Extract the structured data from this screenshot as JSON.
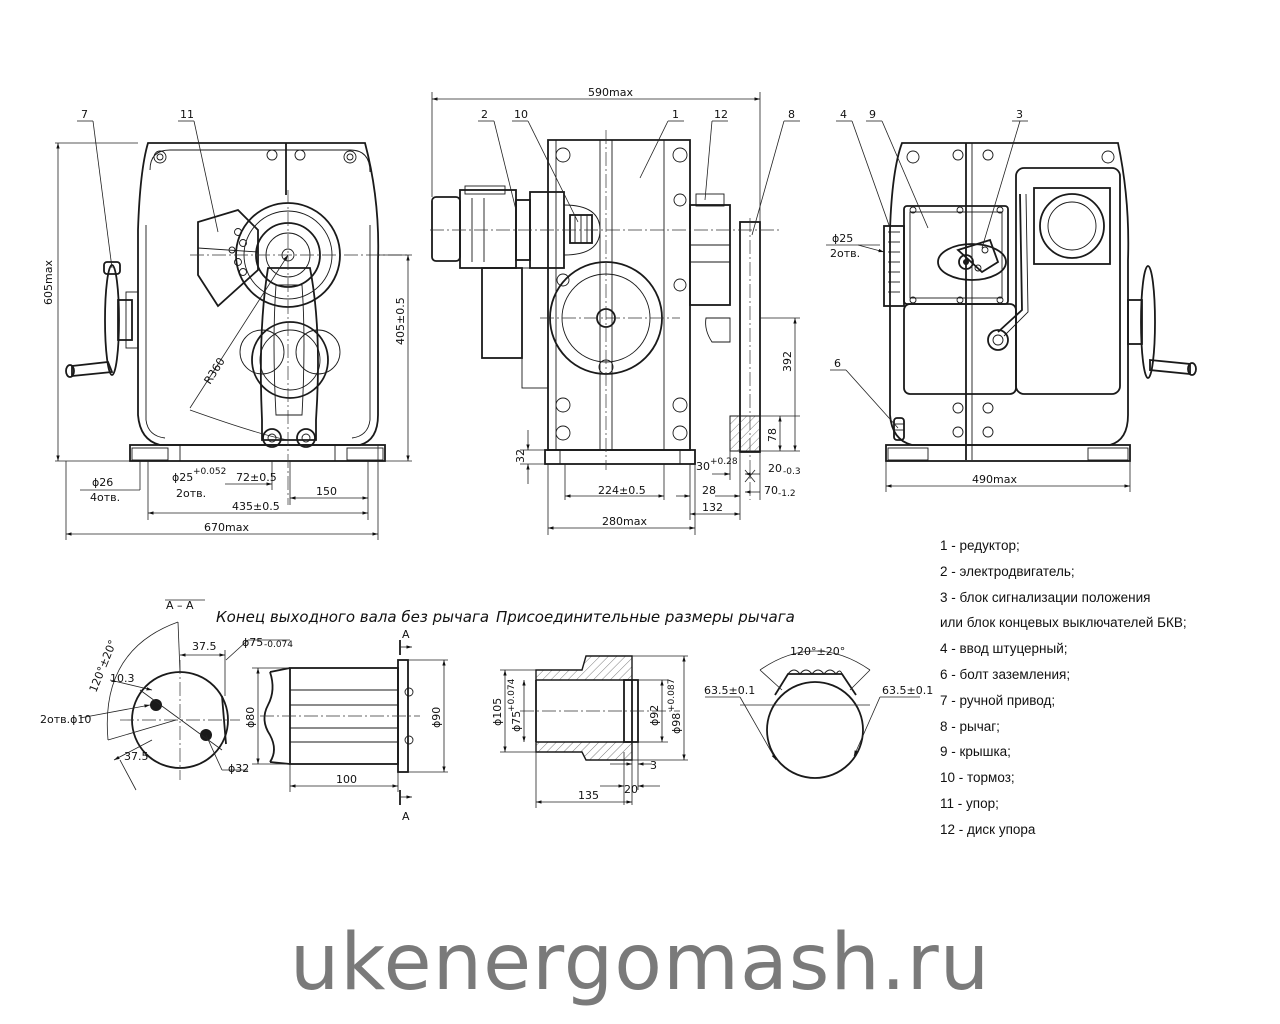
{
  "callouts": {
    "c1": "1",
    "c2": "2",
    "c3": "3",
    "c4": "4",
    "c6": "6",
    "c7": "7",
    "c8": "8",
    "c9": "9",
    "c10": "10",
    "c11": "11",
    "c12": "12"
  },
  "dimensions": {
    "front_height": "605max",
    "front_axis_height": "405±0.5",
    "front_r": "R360",
    "front_hole_d": "ϕ26",
    "front_hole_n": "4отв.",
    "front_pin_d": "ϕ25",
    "front_pin_tol": "+0.052",
    "front_pin_n": "2отв.",
    "front_72": "72±0.5",
    "front_150": "150",
    "front_435": "435±0.5",
    "front_width": "670max",
    "side_width": "590max",
    "side_392": "392",
    "side_78": "78",
    "side_32": "32",
    "side_30": "30",
    "side_30_tol": "+0.28",
    "side_20": "20",
    "side_20_tol": "-0.3",
    "side_224": "224±0.5",
    "side_28": "28",
    "side_70": "70",
    "side_70_tol": "-1.2",
    "side_132": "132",
    "side_280": "280max",
    "right_d25": "ϕ25",
    "right_2otv": "2отв.",
    "right_width": "490max",
    "shaft_section": "А – А",
    "shaft_a": "А",
    "shaft_angle": "120°±20°",
    "shaft_37_5_top": "37.5",
    "shaft_d75": "ϕ75",
    "shaft_d75_tol": "-0.074",
    "shaft_10_3": "10.3",
    "shaft_holes": "2отв.ϕ10",
    "shaft_37_5_bot": "37.5",
    "shaft_d32": "ϕ32",
    "shaft_d80": "ϕ80",
    "shaft_d90": "ϕ90",
    "shaft_100": "100",
    "lever_d105": "ϕ105",
    "lever_d75": "ϕ75",
    "lever_d75_tol": "+0.074",
    "lever_d92": "ϕ92",
    "lever_d98": "ϕ98",
    "lever_d98_tol": "+0.087",
    "lever_3": "3",
    "lever_20": "20",
    "lever_135": "135",
    "lever_angle": "120°±20°",
    "lever_63_left": "63.5±0.1",
    "lever_63_right": "63.5±0.1"
  },
  "titles": {
    "shaft_end": "Конец выходного вала без рычага",
    "lever_dims": "Присоединительные размеры рычага"
  },
  "legend": [
    "1 - редуктор;",
    "2 - электродвигатель;",
    "3 - блок сигнализации положения",
    "или блок концевых выключателей БКВ;",
    "4 - ввод штуцерный;",
    "6 - болт заземления;",
    "7 - ручной привод;",
    "8 - рычаг;",
    "9 - крышка;",
    "10 - тормоз;",
    "11 - упор;",
    "12 - диск упора"
  ],
  "footer": {
    "site": "ukenergomash.ru"
  },
  "colors": {
    "line": "#1a1a1a",
    "footer_text": "#7a7a7a"
  }
}
